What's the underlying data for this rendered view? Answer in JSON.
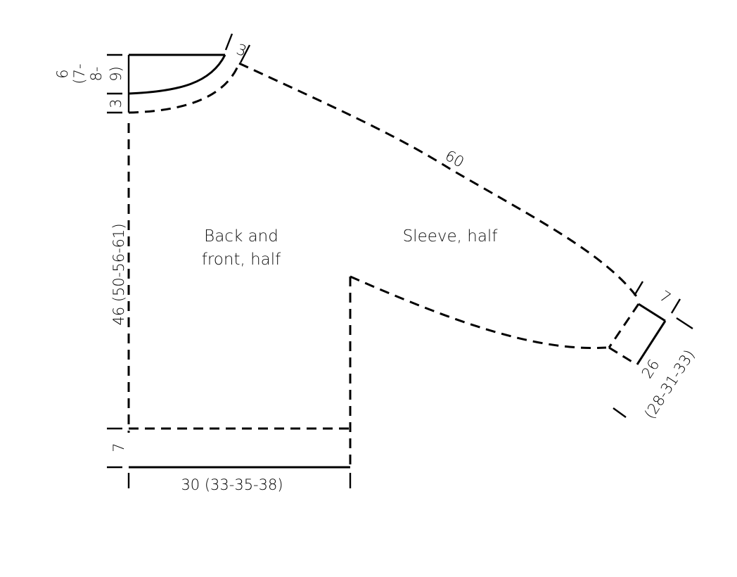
{
  "pieces": {
    "body_title_line1": "Back and",
    "body_title_line2": "front, half",
    "sleeve_title": "Sleeve, half"
  },
  "measurements": {
    "neck_depth_l1": "6",
    "neck_depth_l2": "(7-",
    "neck_depth_l3": "8-",
    "neck_depth_l4": "9)",
    "neck_lower": "3",
    "neck_edge": "3",
    "body_length": "46 (50-56-61)",
    "rib_height": "7",
    "body_width": "30 (33-35-38)",
    "sleeve_length": "60",
    "cuff": "7",
    "wrist_l1": "26",
    "wrist_l2": "(28-31-33)"
  }
}
